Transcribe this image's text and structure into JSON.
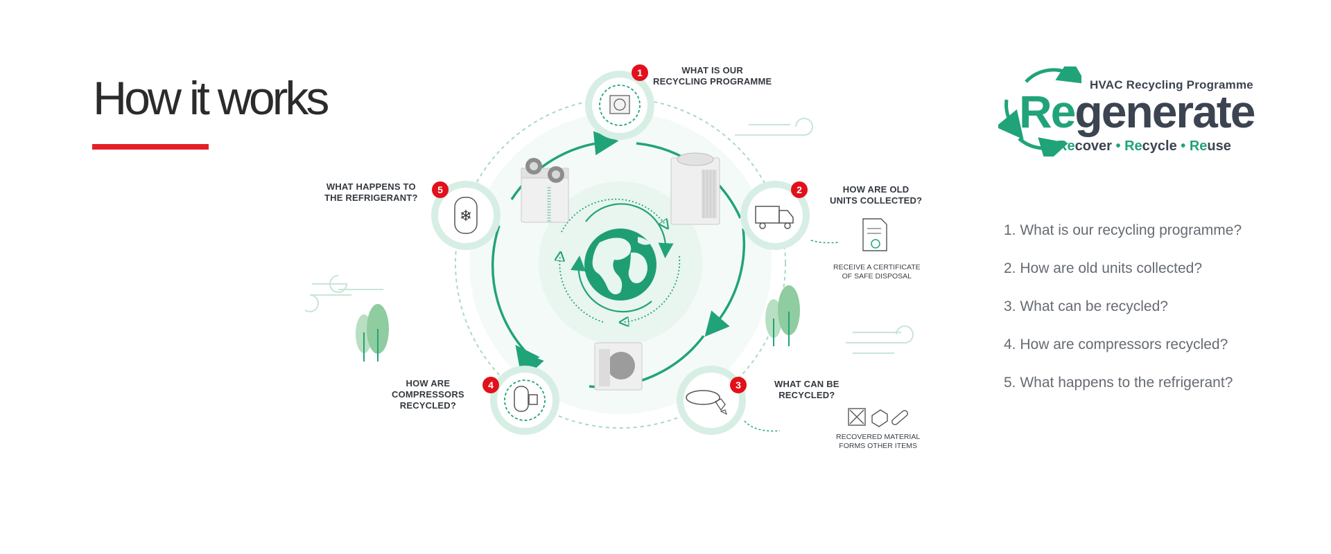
{
  "page": {
    "title": "How it works"
  },
  "steps": [
    {
      "number": "1",
      "label_line1": "WHAT IS OUR",
      "label_line2": "RECYCLING PROGRAMME"
    },
    {
      "number": "2",
      "label_line1": "HOW ARE OLD",
      "label_line2": "UNITS COLLECTED?"
    },
    {
      "number": "3",
      "label_line1": "WHAT CAN BE",
      "label_line2": "RECYCLED?"
    },
    {
      "number": "4",
      "label_line1": "HOW ARE",
      "label_line2": "COMPRESSORS",
      "label_line3": "RECYCLED?"
    },
    {
      "number": "5",
      "label_line1": "WHAT HAPPENS TO",
      "label_line2": "THE REFRIGERANT?"
    }
  ],
  "notes": {
    "certificate_line1": "RECEIVE A CERTIFICATE",
    "certificate_line2": "OF SAFE DISPOSAL",
    "material_line1": "RECOVERED MATERIAL",
    "material_line2": "FORMS OTHER ITEMS"
  },
  "logo": {
    "subtitle": "HVAC Recycling Programme",
    "name_prefix": "Re",
    "name_rest": "generate",
    "tag_re1": "Re",
    "tag_w1": "cover",
    "tag_sep1": " • ",
    "tag_re2": "Re",
    "tag_w2": "cycle",
    "tag_sep2": " • ",
    "tag_re3": "Re",
    "tag_w3": "use"
  },
  "faq": [
    "1. What is our recycling programme?",
    "2. How are old units collected?",
    "3. What can be recycled?",
    "4. How are compressors recycled?",
    "5. What happens to the refrigerant?"
  ],
  "colors": {
    "accent_red": "#e41f26",
    "green": "#21a37a",
    "light_green": "#a8d8c4",
    "text_dark": "#3b4450"
  },
  "icons": {
    "center": "earth-globe-icon",
    "step1": "recycling-unit-icon",
    "step2": "delivery-truck-icon",
    "step3": "conveyor-materials-icon",
    "step4": "compressor-icon",
    "step5": "refrigerant-cylinder-icon"
  }
}
